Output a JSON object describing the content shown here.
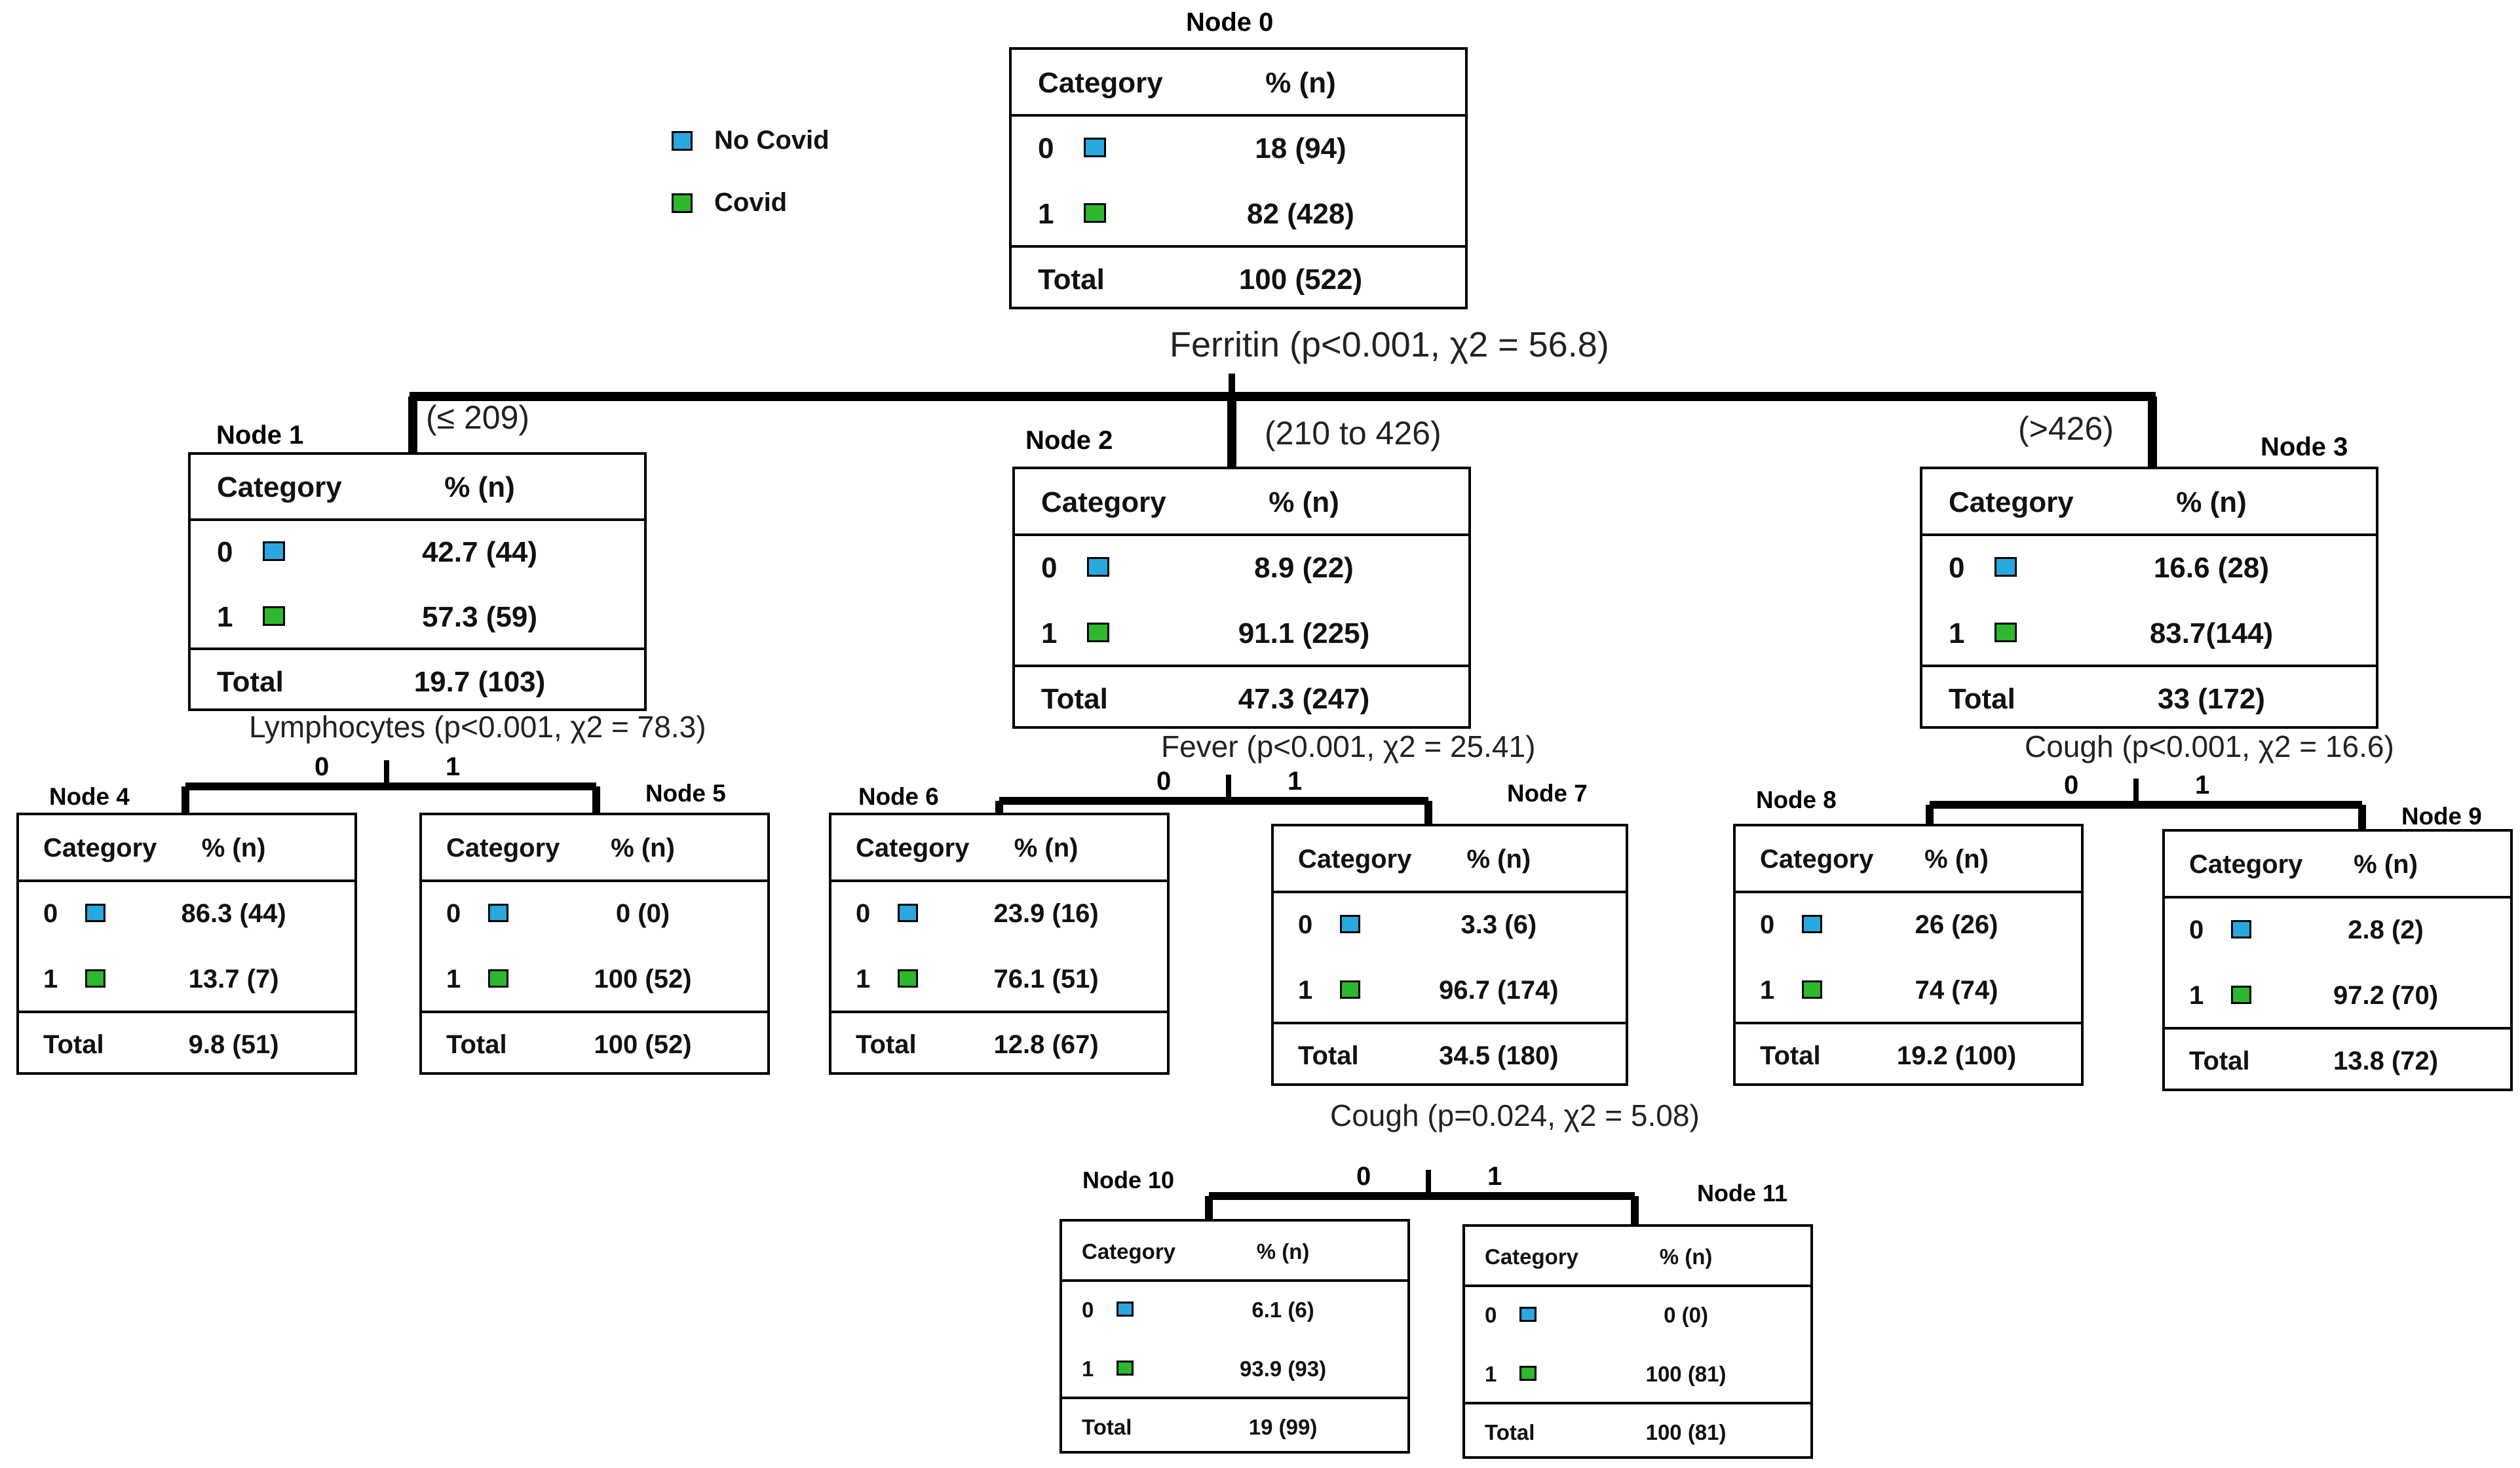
{
  "colors": {
    "no_covid": "#29a8e0",
    "covid": "#2db82d"
  },
  "legend": [
    {
      "label": "No Covid",
      "color": "#29a8e0"
    },
    {
      "label": "Covid",
      "color": "#2db82d"
    }
  ],
  "header": {
    "category": "Category",
    "pct": "% (n)",
    "total": "Total"
  },
  "nodes": [
    {
      "label": "Node 0",
      "row0": "18 (94)",
      "row1": "82 (428)",
      "total": "100 (522)"
    },
    {
      "label": "Node 1",
      "row0": "42.7 (44)",
      "row1": "57.3 (59)",
      "total": "19.7 (103)"
    },
    {
      "label": "Node 2",
      "row0": "8.9 (22)",
      "row1": "91.1 (225)",
      "total": "47.3 (247)"
    },
    {
      "label": "Node 3",
      "row0": "16.6 (28)",
      "row1": "83.7(144)",
      "total": "33 (172)"
    },
    {
      "label": "Node 4",
      "row0": "86.3 (44)",
      "row1": "13.7 (7)",
      "total": "9.8 (51)"
    },
    {
      "label": "Node 5",
      "row0": "0 (0)",
      "row1": "100 (52)",
      "total": "100 (52)"
    },
    {
      "label": "Node 6",
      "row0": "23.9 (16)",
      "row1": "76.1 (51)",
      "total": "12.8 (67)"
    },
    {
      "label": "Node 7",
      "row0": "3.3 (6)",
      "row1": "96.7 (174)",
      "total": "34.5 (180)"
    },
    {
      "label": "Node 8",
      "row0": "26 (26)",
      "row1": "74 (74)",
      "total": "19.2 (100)"
    },
    {
      "label": "Node 9",
      "row0": "2.8 (2)",
      "row1": "97.2 (70)",
      "total": "13.8 (72)"
    },
    {
      "label": "Node 10",
      "row0": "6.1 (6)",
      "row1": "93.9 (93)",
      "total": "19 (99)"
    },
    {
      "label": "Node 11",
      "row0": "0 (0)",
      "row1": "100 (81)",
      "total": "100 (81)"
    }
  ],
  "category_values": {
    "zero": "0",
    "one": "1"
  },
  "splits": [
    {
      "name": "Ferritin",
      "stats": "(p<0.001, χ2 = 56.8)"
    },
    {
      "name": "Lymphocytes",
      "stats": "(p<0.001, χ2 = 78.3)"
    },
    {
      "name": "Fever",
      "stats": "(p<0.001, χ2 = 25.41)"
    },
    {
      "name": "Cough",
      "stats": "(p<0.001, χ2 = 16.6)"
    },
    {
      "name": "Cough",
      "stats": "(p=0.024, χ2 = 5.08)"
    }
  ],
  "branches": {
    "ferritin": [
      "(≤ 209)",
      "(210 to 426)",
      "(>426)"
    ],
    "binary": [
      "0",
      "1"
    ]
  }
}
